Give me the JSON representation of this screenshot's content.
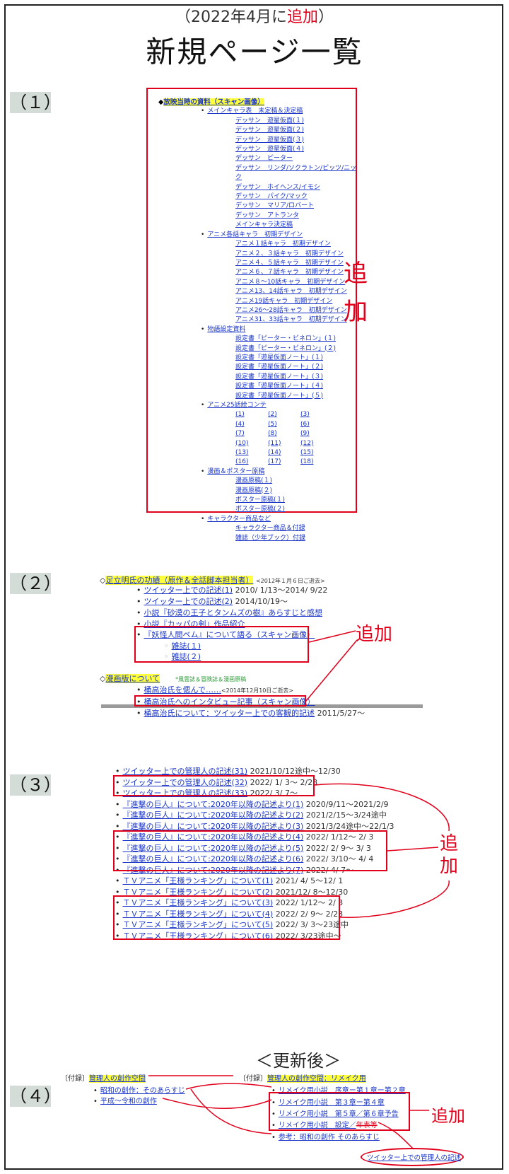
{
  "header": {
    "subtitle_pre": "（2022年4月に",
    "subtitle_red": "追加",
    "subtitle_post": "）",
    "title": "新規ページ一覧"
  },
  "labels": [
    "（１）",
    "（２）",
    "（３）",
    "（４）"
  ],
  "section1": {
    "root": "◆",
    "root_link": "放映当時の資料（スキャン画像）",
    "groups": [
      {
        "title": "メインキャラ表　未定稿＆決定稿",
        "items": [
          "デッサン　遊星仮面(１)",
          "デッサン　遊星仮面(２)",
          "デッサン　遊星仮面(３)",
          "デッサン　遊星仮面(４)",
          "デッサン　ピーター",
          "デッサン　リンダ/ソクラトン/ピッツ/ニック",
          "デッサン　ホイヘンス/イモシ",
          "デッサン　パイク/マック",
          "デッサン　マリア/ロバート",
          "デッサン　アトランタ",
          "メインキャラ決定稿"
        ]
      },
      {
        "title": "アニメ各話キャラ　初期デザイン",
        "items": [
          "アニメ１話キャラ　初期デザイン",
          "アニメ２、３話キャラ　初期デザイン",
          "アニメ４、５話キャラ　初期デザイン",
          "アニメ６、７話キャラ　初期デザイン",
          "アニメ８〜10話キャラ　初期デザイン",
          "アニメ13、14話キャラ　初期デザイン",
          "アニメ19話キャラ　初期デザイン",
          "アニメ26〜28話キャラ　初期デザイン",
          "アニメ31、33話キャラ　初期デザイン"
        ]
      },
      {
        "title": "物語設定資料",
        "items": [
          "設定書「ピーター・ビネロン」(１)",
          "設定書「ピーター・ビネロン」(２)",
          "設定書「遊星仮面ノート」(１)",
          "設定書「遊星仮面ノート」(２)",
          "設定書「遊星仮面ノート」(３)",
          "設定書「遊星仮面ノート」(４)",
          "設定書「遊星仮面ノート」(５)"
        ]
      },
      {
        "title": "アニメ25話絵コンテ",
        "grid": [
          "(1)",
          "(2)",
          "(3)",
          "(4)",
          "(5)",
          "(6)",
          "(7)",
          "(8)",
          "(9)",
          "(10)",
          "(11)",
          "(12)",
          "(13)",
          "(14)",
          "(15)",
          "(16)",
          "(17)",
          "(18)"
        ]
      },
      {
        "title": "漫画＆ポスター原稿",
        "items": [
          "漫画原稿(１)",
          "漫画原稿(２)",
          "ポスター原稿(１)",
          "ポスター原稿(２)"
        ]
      },
      {
        "title": "キャラクター商品など",
        "items": [
          "キャラクター商品＆付録",
          "雑誌（少年ブック）付録"
        ]
      }
    ],
    "added": "追\n加"
  },
  "section2": {
    "head_link": "足立明氏の功績（原作＆全話脚本担当者）",
    "head_note": "<2012年１月６日ご逝去>",
    "items": [
      {
        "link": "ツイッター上での記述(1)",
        "date": " 2010/ 1/13〜2014/ 9/22"
      },
      {
        "link": "ツイッター上での記述(2)",
        "date": " 2014/10/19〜"
      },
      {
        "link": "小説『砂漠の王子とタンムズの樹』あらすじと感想",
        "date": ""
      },
      {
        "link": "小説『カッパの剣』作品紹介",
        "date": ""
      },
      {
        "link": "『妖怪人間ベム』について語る（スキャン画像）",
        "date": ""
      }
    ],
    "sub_items": [
      "雑誌(１)",
      "雑誌(２)"
    ],
    "manga_link": "漫画版について",
    "manga_note": "*風雲誌＆冒険誌＆漫画原稿",
    "manga_items": [
      {
        "link": "桶高治氏を偲んで……",
        "note": "<2014年12月10日ご逝去>"
      },
      {
        "link": "桶高治氏へのインタビュー記事（スキャン画像）",
        "note": ""
      },
      {
        "link": "桶高治氏について：ツイッター上での客観的記述",
        "note": " 2011/5/27〜"
      }
    ],
    "added": "追加"
  },
  "section3": {
    "items": [
      {
        "link": "ツイッター上での管理人の記述(31)",
        "date": " 2021/10/12途中〜12/30"
      },
      {
        "link": "ツイッター上での管理人の記述(32)",
        "date": " 2022/ 1/ 3〜 2/28"
      },
      {
        "link": "ツイッター上での管理人の記述(33)",
        "date": " 2022/ 3/ 7〜"
      },
      {
        "link": "『進撃の巨人』について:2020年以降の記述より(1)",
        "date": " 2020/9/11〜2021/2/9"
      },
      {
        "link": "『進撃の巨人』について:2020年以降の記述より(2)",
        "date": " 2021/2/15〜3/24途中"
      },
      {
        "link": "『進撃の巨人』について:2020年以降の記述より(3)",
        "date": " 2021/3/24途中〜22/1/3"
      },
      {
        "link": "『進撃の巨人』について:2020年以降の記述より(4)",
        "date": " 2022/ 1/12〜 2/ 3"
      },
      {
        "link": "『進撃の巨人』について:2020年以降の記述より(5)",
        "date": " 2022/ 2/ 9〜 3/ 3"
      },
      {
        "link": "『進撃の巨人』について:2020年以降の記述より(6)",
        "date": " 2022/ 3/10〜 4/ 4"
      },
      {
        "link": "『進撃の巨人』について:2020年以降の記述より(7)",
        "date": " 2022/ 4/ 7〜"
      },
      {
        "link": "ＴＶアニメ「王様ランキング」について(1)",
        "date": " 2021/ 4/ 5〜12/ 1"
      },
      {
        "link": "ＴＶアニメ「王様ランキング」について(2)",
        "date": " 2021/12/ 8〜12/30"
      },
      {
        "link": "ＴＶアニメ「王様ランキング」について(3)",
        "date": " 2022/ 1/12〜 2/ 3"
      },
      {
        "link": "ＴＶアニメ「王様ランキング」について(4)",
        "date": " 2022/ 2/ 9〜 2/23"
      },
      {
        "link": "ＴＶアニメ「王様ランキング」について(5)",
        "date": " 2022/ 3/ 3〜23途中"
      },
      {
        "link": "ＴＶアニメ「王様ランキング」について(6)",
        "date": " 2022/ 3/23途中〜"
      }
    ],
    "added": "追\n加"
  },
  "section4": {
    "after_label": "＜更新後＞",
    "left_prefix": "〔付録〕",
    "left_link": "管理人の創作空間",
    "left_items": [
      "昭和の創作：そのあらすじ",
      "平成〜令和の創作"
    ],
    "right_prefix": "〔付録〕",
    "right_link": "管理人の創作空間：リメイク用",
    "right_items": [
      "リメイク用小説　序章ー第１章ー第２章",
      "リメイク用小説　第３章ー第４章",
      "リメイク用小説　第５章／第６章予告",
      "リメイク用小説　設定／"
    ],
    "struck": "年表等",
    "right_last": "参考：昭和の創作 そのあらすじ",
    "oval_text": "ツイッター上での管理人の記述",
    "added": "追加"
  },
  "colors": {
    "red": "#e0001b",
    "link": "#1a35c7",
    "highlight": "#ffff3c",
    "label_bg": "#d3dcd6"
  }
}
